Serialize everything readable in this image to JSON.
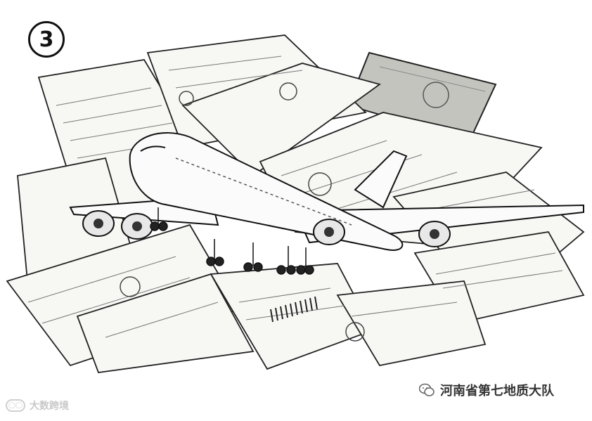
{
  "panel": {
    "number": "3"
  },
  "watermarks": {
    "left_text": "大数跨境",
    "right_text": "河南省第七地质大队"
  },
  "icons": {
    "badge": "circled-number",
    "left_logo": "brand-logo-icon",
    "right_logo": "wechat-icon"
  },
  "colors": {
    "ink": "#111111",
    "paper": "#f7f7f4",
    "passport": "#bdbdb8",
    "watermark_gray": "#c9c9c9"
  }
}
